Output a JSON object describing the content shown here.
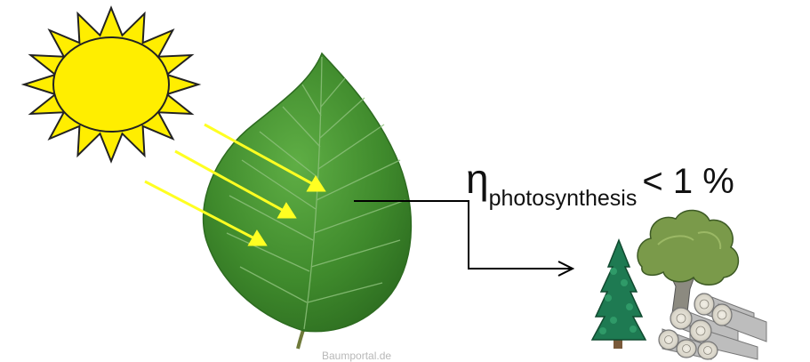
{
  "equation": {
    "symbol": "η",
    "subscript": "photosynthesis",
    "relation": "< 1 %"
  },
  "image_credit": "Baumportal.de",
  "icons": {
    "sun": "sun-icon",
    "leaf": "leaf-image",
    "biomass": "trees-and-logs-icon"
  },
  "colors": {
    "sun_fill": "#ffee00",
    "sun_stroke": "#222222",
    "light_rays": "#ffff22",
    "leaf_green": "#3f8a2c",
    "flow_arrow": "#000000",
    "pine_green": "#1e7a52",
    "oak_green": "#7a9a4a",
    "log_gray": "#c9c9c9"
  }
}
